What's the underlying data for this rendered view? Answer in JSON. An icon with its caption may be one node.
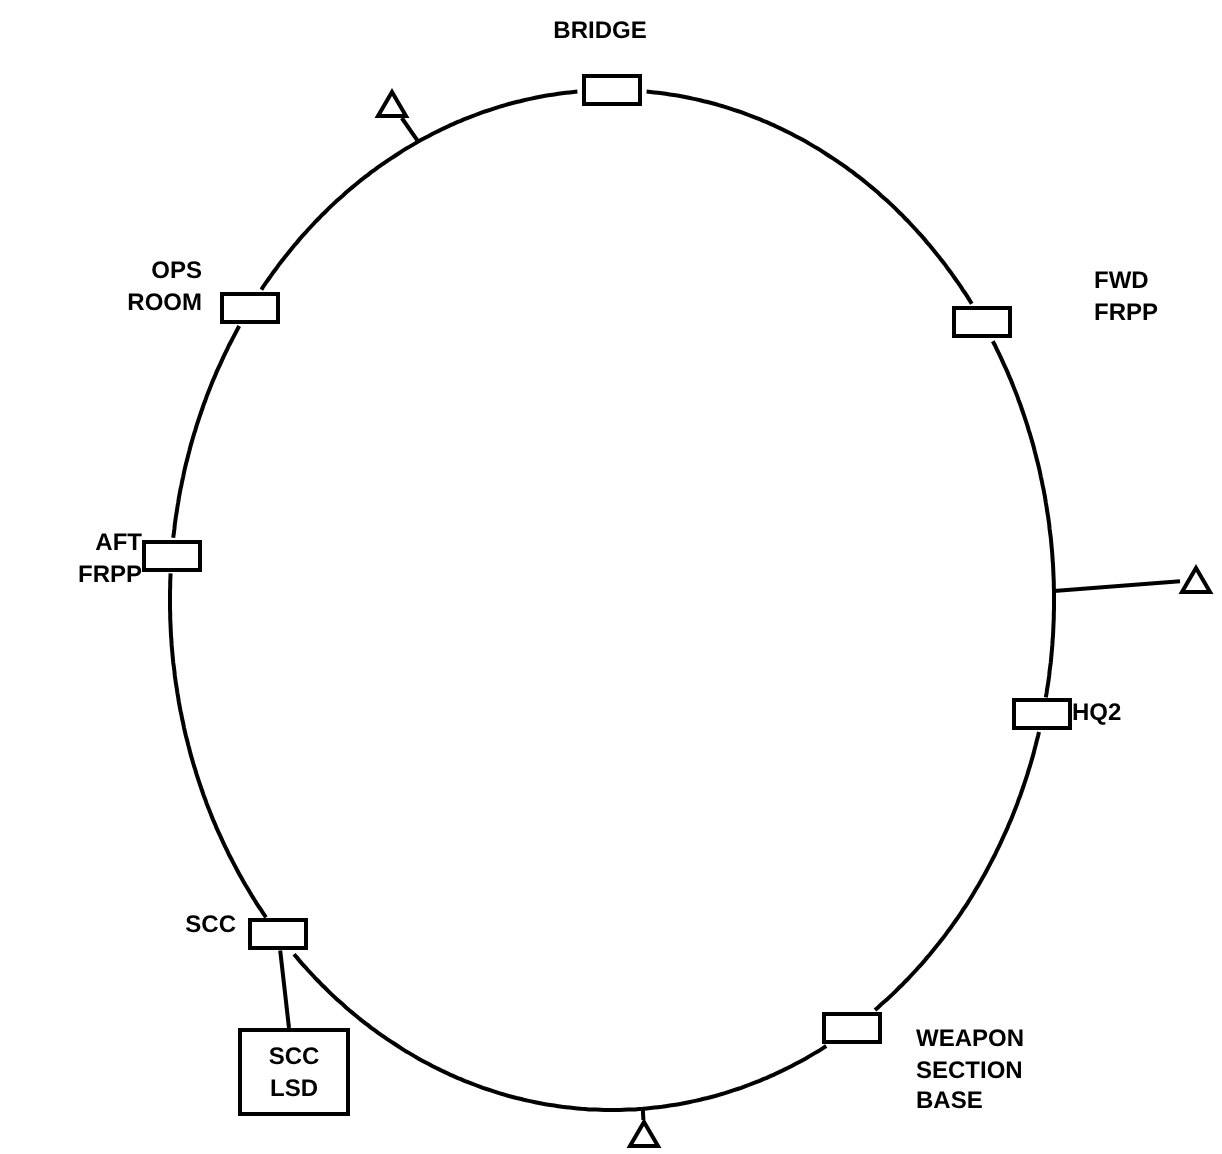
{
  "diagram": {
    "nodes": [
      {
        "text": [],
        "shape": "box",
        "beside": [
          "BRIDGE"
        ]
      },
      {
        "text": [],
        "shape": "triangle"
      },
      {
        "text": [],
        "shape": "box",
        "beside": [
          "OPS ROOM"
        ]
      },
      {
        "text": [],
        "shape": "box",
        "beside": [
          "FWD FRPP"
        ]
      },
      {
        "text": [],
        "shape": "box",
        "beside": [
          "AFT FRPP"
        ]
      },
      {
        "text": [],
        "shape": "triangle"
      },
      {
        "text": [],
        "shape": "box",
        "beside": [
          "HQ2"
        ]
      },
      {
        "text": [],
        "shape": "box",
        "beside": [
          "SCC"
        ]
      },
      {
        "text": [],
        "shape": "box",
        "beside": [
          "WEAPON SECTION BASE"
        ]
      },
      {
        "text": [
          "SCC LSD"
        ]
      },
      {
        "text": [],
        "shape": "triangle"
      }
    ],
    "edges": [
      {
        "from": 0,
        "to": 3,
        "arrow": "none"
      },
      {
        "from": 3,
        "to": 6,
        "arrow": "none"
      },
      {
        "from": 6,
        "to": 8,
        "arrow": "none"
      },
      {
        "from": 8,
        "to": 7,
        "arrow": "none"
      },
      {
        "from": 7,
        "to": 4,
        "arrow": "none"
      },
      {
        "from": 4,
        "to": 2,
        "arrow": "none"
      },
      {
        "from": 2,
        "to": 0,
        "arrow": "none"
      },
      {
        "from": 7,
        "to": 9,
        "arrow": "none"
      },
      {
        "from": 1,
        "to": null,
        "arrow": "none"
      },
      {
        "from": 5,
        "to": null,
        "arrow": "none"
      },
      {
        "from": 10,
        "to": null,
        "arrow": "none"
      }
    ]
  }
}
